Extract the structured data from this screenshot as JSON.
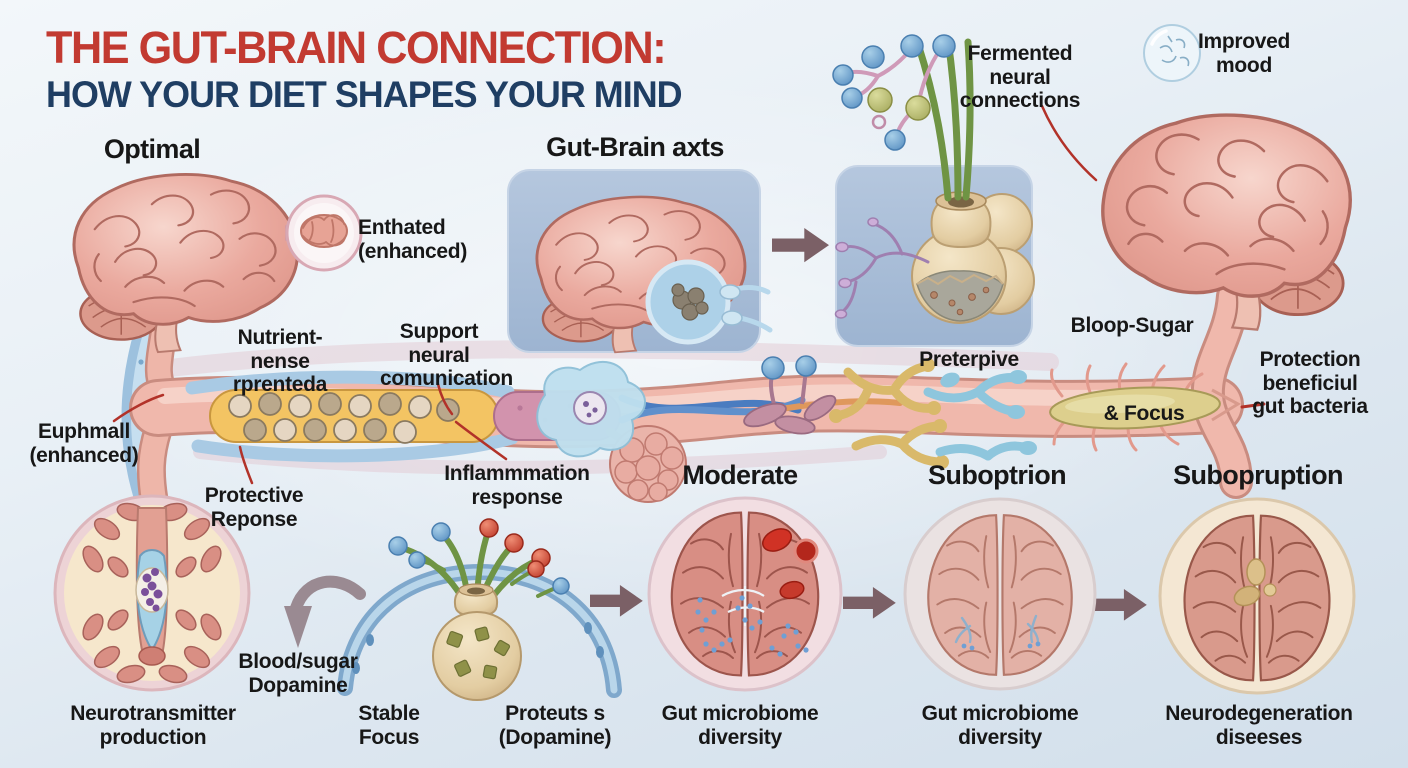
{
  "title": {
    "line1": "THE GUT-BRAIN CONNECTION:",
    "line2": "HOW YOUR DIET SHAPES YOUR MIND"
  },
  "headings": {
    "optimal": "Optimal",
    "gut_brain_axis": "Gut-Brain axts",
    "moderate": "Moderate",
    "suboptimal": "Suboptrion",
    "suboptimal2": "Subopruption"
  },
  "labels": {
    "fermented_neural": "Fermented\nneural\nconnections",
    "improved_mood": "Improved\nmood",
    "enhanced_inset": "Enthated\n(enhanced)",
    "nutrient_dense": "Nutrient-\nnense\nrprenteda",
    "support_neural": "Support\nneural\ncomunication",
    "enhanced_left": "Euphmall\n(enhanced)",
    "protective_response": "Protective\nReponse",
    "inflammation_response": "Inflammmation\nresponse",
    "blood_sugar": "Bloop-Sugar",
    "prebiotic": "Preterpive",
    "focus": "& Focus",
    "protection_bacteria": "Protection\nbeneficiul\ngut bacteria",
    "blood_sugar_dopamine": "Blood/sugar\nDopamine",
    "neurotransmitter": "Neurotransmitter\nproduction",
    "stable_focus": "Stable\nFocus",
    "proteins_dopamine": "Proteuts s\n(Dopamine)",
    "gut_microbiome_a": "Gut microbiome\ndiversity",
    "gut_microbiome_b": "Gut microbiome\ndiversity",
    "neurodegeneration": "Neurodegeneration\ndiseeses"
  },
  "icons": {
    "flow_arrow": "right-block-arrow",
    "feedback_arrow": "curved-down-arrow",
    "mood_bubble": "microbe-bubble",
    "magnifier_inset": "brain-zoom-circle"
  },
  "palette": {
    "title_red": "#c23a31",
    "title_navy": "#1f3e63",
    "label_black": "#171717",
    "background": "#e3ebf3",
    "panel_blue": "#aabfd9",
    "arrow_mauve": "#7b6066",
    "leader_red": "#b23229",
    "brain_pink": "#e9a89e",
    "tube_pink": "#f0b8ac",
    "vessel_blue": "#9dc1de",
    "pot_cream": "#e9d6ae",
    "stem_green": "#6f9444"
  }
}
